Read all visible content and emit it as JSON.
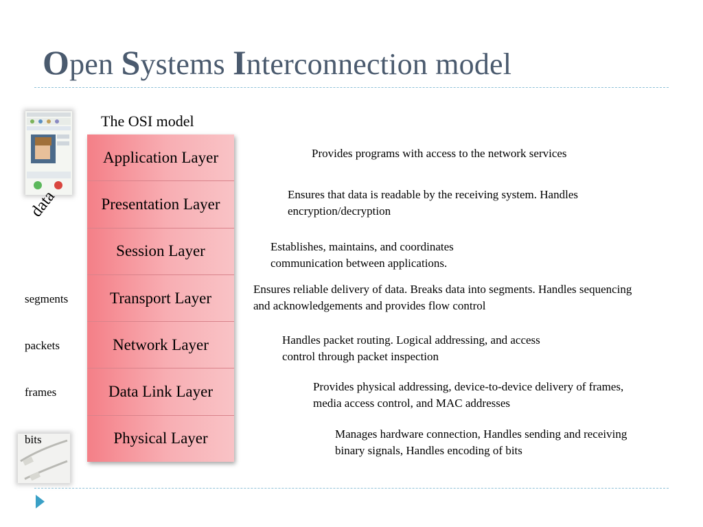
{
  "title": {
    "w1_cap": "O",
    "w1_rest": "pen ",
    "w2_cap": "S",
    "w2_rest": "ystems ",
    "w3_cap": "I",
    "w3_rest": "nterconnection model"
  },
  "diagram": {
    "caption": "The OSI model",
    "data_label": "data",
    "layers": [
      {
        "name": "Application Layer",
        "description": "Provides programs with access to the network services"
      },
      {
        "name": "Presentation Layer",
        "description": "Ensures that data is readable by the receiving system. Handles encryption/decryption"
      },
      {
        "name": "Session Layer",
        "description": "Establishes, maintains, and coordinates communication between applications."
      },
      {
        "name": "Transport Layer",
        "description": "Ensures reliable delivery of data. Breaks data into segments. Handles sequencing and acknowledgements and provides flow control"
      },
      {
        "name": "Network Layer",
        "description": "Handles packet routing. Logical addressing, and access control through packet inspection"
      },
      {
        "name": "Data Link Layer",
        "description": "Provides physical addressing, device-to-device delivery of frames, media access control, and MAC addresses"
      },
      {
        "name": "Physical Layer",
        "description": "Manages hardware connection, Handles sending and receiving binary signals, Handles encoding of bits"
      }
    ],
    "units": {
      "transport": "segments",
      "network": "packets",
      "data_link": "frames",
      "physical": "bits"
    }
  },
  "images": {
    "phone": "video-call-phone-screenshot",
    "cable": "ethernet-cable-photo"
  },
  "colors": {
    "title": "#4a5a6e",
    "layer_fill": "#f47f87",
    "rule": "#8fc1d8",
    "arrow": "#3aa0c6"
  }
}
